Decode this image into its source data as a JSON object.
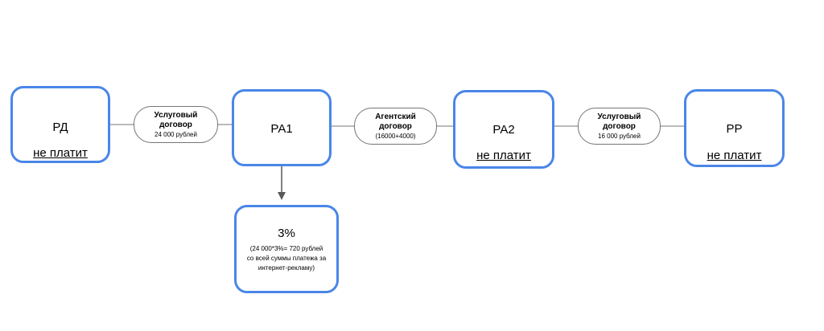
{
  "nodes": {
    "rd": {
      "title": "РД",
      "sub": "не платит"
    },
    "ra1": {
      "title": "РА1"
    },
    "ra2": {
      "title": "РА2",
      "sub": "не платит"
    },
    "rr": {
      "title": "РР",
      "sub": "не платит"
    },
    "pct": {
      "title": "3%",
      "desc_line1": "(24 000*3%= 720 рублей",
      "desc_line2": "со всей суммы платежа за",
      "desc_line3": "интернет-рекламу)"
    }
  },
  "links": {
    "rd_ra1": {
      "title_line1": "Услуговый",
      "title_line2": "договор",
      "sub": "24 000 рублей"
    },
    "ra1_ra2": {
      "title_line1": "Агентский",
      "title_line2": "договор",
      "sub": "(16000+4000)"
    },
    "ra2_rr": {
      "title_line1": "Услуговый",
      "title_line2": "договор",
      "sub": "16 000 рублей"
    }
  },
  "colors": {
    "node_border": "#4a86e8",
    "connector": "#757575"
  }
}
